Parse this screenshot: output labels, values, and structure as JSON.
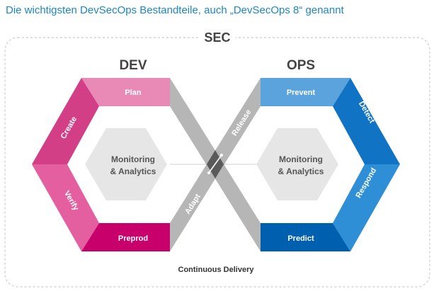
{
  "heading": "Die wichtigsten DevSecOps Bestandteile, auch „DevSecOps 8“ genannt",
  "diagram": {
    "sec_label": "SEC",
    "dev_label": "DEV",
    "ops_label": "OPS",
    "dev_segments": {
      "plan": "Plan",
      "create": "Create",
      "verify": "Verify",
      "preprod": "Preprod"
    },
    "ops_segments": {
      "prevent": "Prevent",
      "detect": "Detect",
      "respond": "Respond",
      "predict": "Predict"
    },
    "crossing": {
      "release": "Release",
      "adapt": "Adapt"
    },
    "dev_center": {
      "line1": "Monitoring",
      "line2": "& Analytics"
    },
    "ops_center": {
      "line1": "Monitoring",
      "line2": "& Analytics"
    },
    "footer": "Continuous Delivery"
  },
  "colors": {
    "heading": "#1b87c7",
    "dev_plan": "#e889b6",
    "dev_create": "#d23f87",
    "dev_verify": "#e45f9f",
    "dev_preprod": "#c8006b",
    "ops_prevent": "#5aa3dd",
    "ops_detect": "#1173c3",
    "ops_respond": "#2e8fd6",
    "ops_predict": "#0060b0",
    "cross_band": "#a9a9a9",
    "center_hex": "#e6e6e6",
    "frame": "#cccccc"
  }
}
